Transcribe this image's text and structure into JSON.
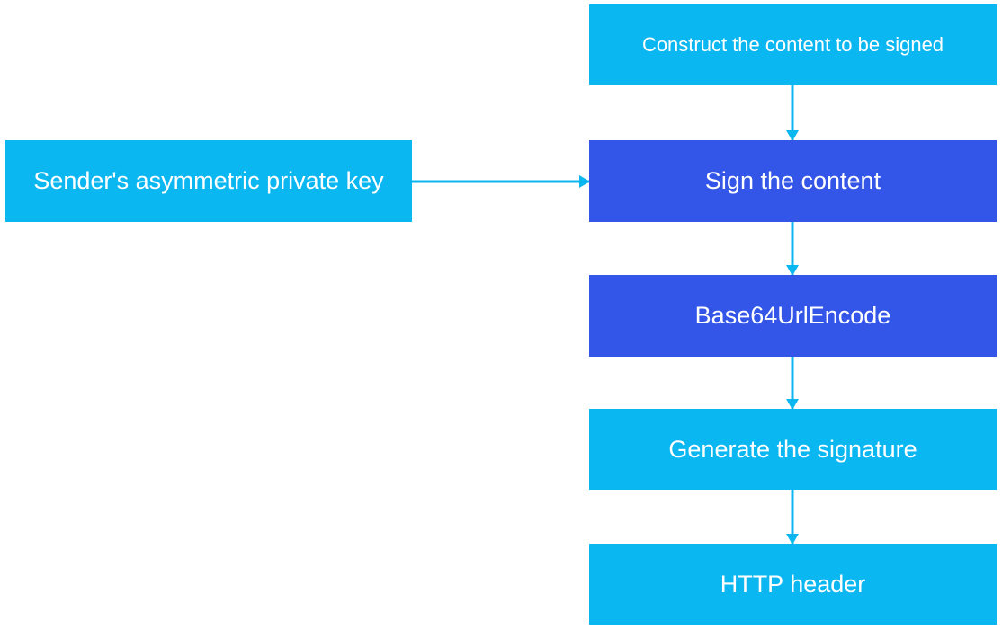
{
  "diagram": {
    "nodes": {
      "construct": "Construct the content to be signed",
      "sign": "Sign the content",
      "base64": "Base64UrlEncode",
      "generate": "Generate the signature",
      "http": "HTTP header",
      "private_key": "Sender's asymmetric private key"
    },
    "edges": [
      {
        "from": "construct",
        "to": "sign"
      },
      {
        "from": "sign",
        "to": "base64"
      },
      {
        "from": "base64",
        "to": "generate"
      },
      {
        "from": "generate",
        "to": "http"
      },
      {
        "from": "private_key",
        "to": "sign"
      }
    ],
    "colors": {
      "light_node": "#0bb7f1",
      "dark_node": "#3355e8",
      "arrow": "#0bb7f1",
      "text": "#ffffff"
    }
  }
}
